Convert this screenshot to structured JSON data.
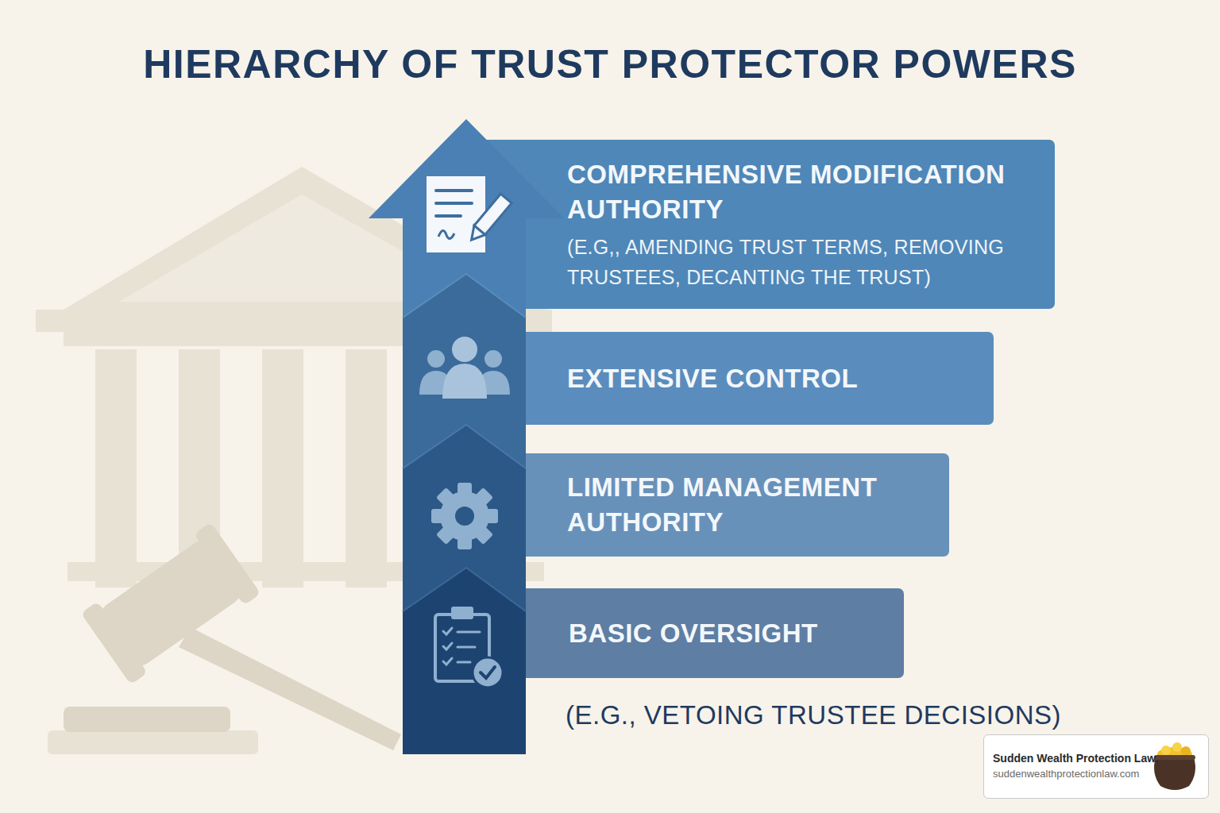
{
  "diagram": {
    "title": "HIERARCHY OF TRUST PROTECTOR POWERS",
    "nodes": [
      {
        "text": [
          "COMPREHENSIVE MODIFICATION AUTHORITY",
          "(E.G,, AMENDING TRUST TERMS, REMOVING TRUSTEES, DECANTING THE TRUST)"
        ]
      },
      {
        "text": [
          "EXTENSIVE CONTROL"
        ]
      },
      {
        "text": [
          "LIMITED MANAGEMENT AUTHORITY"
        ]
      },
      {
        "text": [
          "BASIC OVERSIGHT",
          "(E.G., VETOING TRUSTEE DECISIONS)"
        ]
      }
    ],
    "labels": [
      "Sudden Wealth Protection Law.",
      "suddenwealthprotectionlaw.com"
    ]
  }
}
